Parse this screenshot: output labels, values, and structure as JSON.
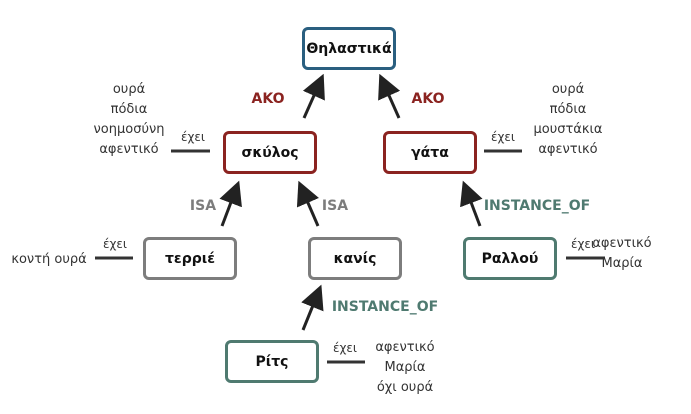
{
  "colors": {
    "class": "#2a5f80",
    "ako": "#8b2320",
    "isa": "#7d7d7d",
    "instance": "#4f7a70",
    "arrow": "#222222"
  },
  "nodes": {
    "mammal": "Θηλαστικά",
    "dog": "σκύλος",
    "cat": "γάτα",
    "terrier": "τερριέ",
    "poodle": "κανίς",
    "rallou": "Ραλλού",
    "rits": "Ρίτς"
  },
  "relations": {
    "ako_dog": "AKO",
    "ako_cat": "AKO",
    "isa_terrier": "ISA",
    "isa_poodle": "ISA",
    "instance_rallou": "INSTANCE_OF",
    "instance_rits": "INSTANCE_OF"
  },
  "has_label": "έχει",
  "attributes": {
    "dog": [
      "ουρά",
      "πόδια",
      "νοημοσύνη",
      "αφεντικό"
    ],
    "cat": [
      "ουρά",
      "πόδια",
      "μουστάκια",
      "αφεντικό"
    ],
    "terrier": [
      "κοντή ουρά"
    ],
    "rallou": [
      "αφεντικό",
      "Μαρία"
    ],
    "rits": [
      "αφεντικό",
      "Μαρία",
      "όχι ουρά"
    ]
  }
}
